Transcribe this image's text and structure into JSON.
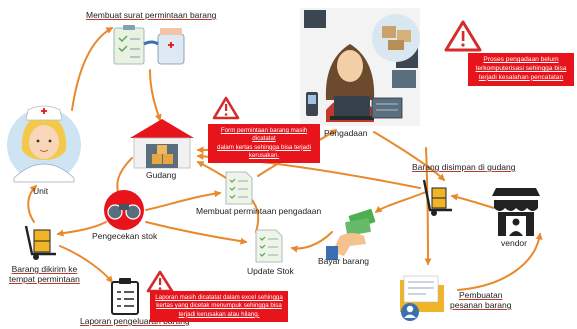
{
  "nodes": {
    "unit": "Unit",
    "gudang": "Gudang",
    "pengadaan": "Pengadaan",
    "vendor": "vendor",
    "surat_permintaan": "Membuat surat permintaan barang",
    "pengecekan_stok": "Pengecekan stok",
    "permintaan_pengadaan": "Membuat permintaan pengadaan",
    "update_stok": "Update Stok",
    "bayar_barang": "Bayar barang",
    "barang_disimpan": "Barang disimpan di gudang",
    "barang_dikirim_1": "Barang dikirim ke",
    "barang_dikirim_2": "tempat permintaan",
    "laporan_pengeluaran": "Laporan pengeluaran barang",
    "pembuatan_1": "Pembuatan",
    "pembuatan_2": "pesanan barang"
  },
  "notes": {
    "proses": [
      "Proses pengadaan belum",
      "terkomputerisasi sehingga bisa",
      "terjadi kesalahan pencatatan"
    ],
    "form": [
      "Form permintaan barang masih dicatatat",
      "dalam kertas sehingga bisa terjadi",
      "kerusakan."
    ],
    "laporan": [
      "Laporan masih dicatatat dalam excel sehingga",
      "kertas yang dicetak menumpuk sehingga bisa",
      "terjadi kerusakan atau hilang."
    ]
  },
  "colors": {
    "arrow": "#e8892c",
    "warning": "#d62b2b",
    "note_bg": "#e8141c"
  }
}
